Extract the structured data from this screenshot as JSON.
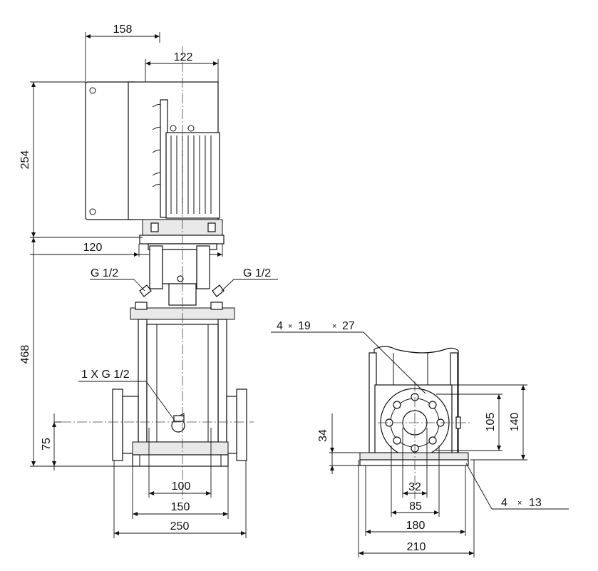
{
  "front_view": {
    "dims": {
      "total_width_top": "158",
      "motor_width": "122",
      "motor_height": "254",
      "base_depth_height": "468",
      "flange_height": "75",
      "adapter_width": "120",
      "port_distance": "100",
      "foot_inner": "150",
      "foot_outer": "250"
    },
    "labels": {
      "vent_left": "G 1/2",
      "vent_right": "G 1/2",
      "drain": "1 X G 1/2"
    }
  },
  "side_view": {
    "dims": {
      "flange_h": "34",
      "dn": "32",
      "bolt_circle": "85",
      "foot_inner": "180",
      "foot_outer": "210",
      "hole_inner": "105",
      "hole_outer": "140"
    },
    "labels": {
      "holes_count": "4",
      "holes_d1": "19",
      "holes_d2": "27",
      "foot_holes_count": "4",
      "foot_holes_d": "13",
      "times": "×"
    }
  }
}
